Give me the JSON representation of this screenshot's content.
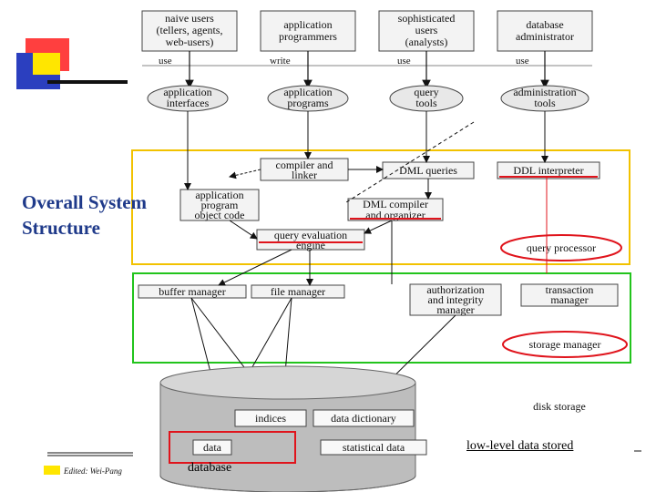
{
  "slide": {
    "title_line1": "Overall System",
    "title_line2": "Structure",
    "footer_edited": "Edited: Wei-Pang",
    "database_label": "database",
    "low_level_label": "low-level data stored",
    "disk_storage": "disk storage"
  },
  "users": [
    {
      "label": [
        "naive users",
        "(tellers, agents,",
        "web-users)"
      ],
      "action": "use"
    },
    {
      "label": [
        "application",
        "programmers"
      ],
      "action": "write"
    },
    {
      "label": [
        "sophisticated",
        "users",
        "(analysts)"
      ],
      "action": "use"
    },
    {
      "label": [
        "database",
        "administrator"
      ],
      "action": "use"
    }
  ],
  "tools": [
    [
      "application",
      "interfaces"
    ],
    [
      "application",
      "programs"
    ],
    [
      "query",
      "tools"
    ],
    [
      "administration",
      "tools"
    ]
  ],
  "query_processor": {
    "compiler": [
      "compiler and",
      "linker"
    ],
    "dml_queries": "DML queries",
    "ddl_interpreter": "DDL interpreter",
    "app_object_code": [
      "application",
      "program",
      "object code"
    ],
    "dml_compiler": [
      "DML compiler",
      "and organizer"
    ],
    "query_engine": [
      "query evaluation",
      "engine"
    ],
    "label": "query processor"
  },
  "storage_manager": {
    "buffer": "buffer manager",
    "file": "file manager",
    "authorization": [
      "authorization",
      "and integrity",
      "manager"
    ],
    "transaction": [
      "transaction",
      "manager"
    ],
    "label": "storage manager"
  },
  "disk": {
    "indices": "indices",
    "data_dictionary": "data dictionary",
    "data": "data",
    "statistical": "statistical data"
  },
  "colors": {
    "qp_border": "#f2c200",
    "sm_border": "#22c41c",
    "highlight": "#e0141c",
    "title": "#1f3a8a",
    "deco_red": "#ff2a2a",
    "deco_yellow": "#ffe600",
    "deco_blue": "#2b3fbf"
  }
}
